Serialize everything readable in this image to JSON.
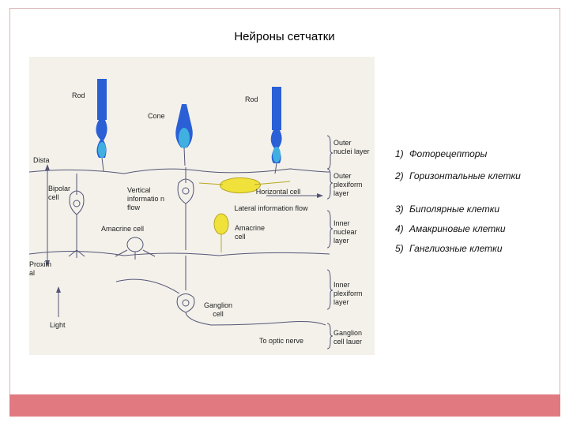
{
  "slide": {
    "title": "Нейроны сетчатки"
  },
  "figure": {
    "labels": {
      "rod_left": "Rod",
      "rod_right": "Rod",
      "cone": "Cone",
      "distal": "Dista",
      "bipolar": "Bipolar cell",
      "vertical": "Vertical informatio n flow",
      "horizontal_cell": "Horizontal cell",
      "lateral": "Lateral information flow",
      "amacrine_left": "Amacrine cell",
      "amacrine_right": "Amacrine cell",
      "proximal": "Proxim al",
      "ganglion": "Ganglion cell",
      "light": "Light",
      "optic_nerve": "To optic nerve"
    },
    "layers": [
      {
        "label": "Outer nuclei layer"
      },
      {
        "label": "Outer plexiform layer"
      },
      {
        "label": "Inner nuclear layer"
      },
      {
        "label": "Inner plexiform layer"
      },
      {
        "label": "Ganglion cell lauer"
      }
    ],
    "colors": {
      "rod": "#2a5fd6",
      "cone": "#3fb0e0",
      "horizontal": "#f0e23a",
      "cell_body": "#f3f1ea",
      "line": "#555577"
    }
  },
  "legend": {
    "items": [
      {
        "num": "1)",
        "text": "Фоторецепторы"
      },
      {
        "num": "2)",
        "text": "Горизонтальные клетки"
      },
      {
        "num": "3)",
        "text": "Биполярные клетки"
      },
      {
        "num": "4)",
        "text": "Амакриновые клетки"
      },
      {
        "num": "5)",
        "text": "Ганглиозные клетки"
      }
    ]
  }
}
